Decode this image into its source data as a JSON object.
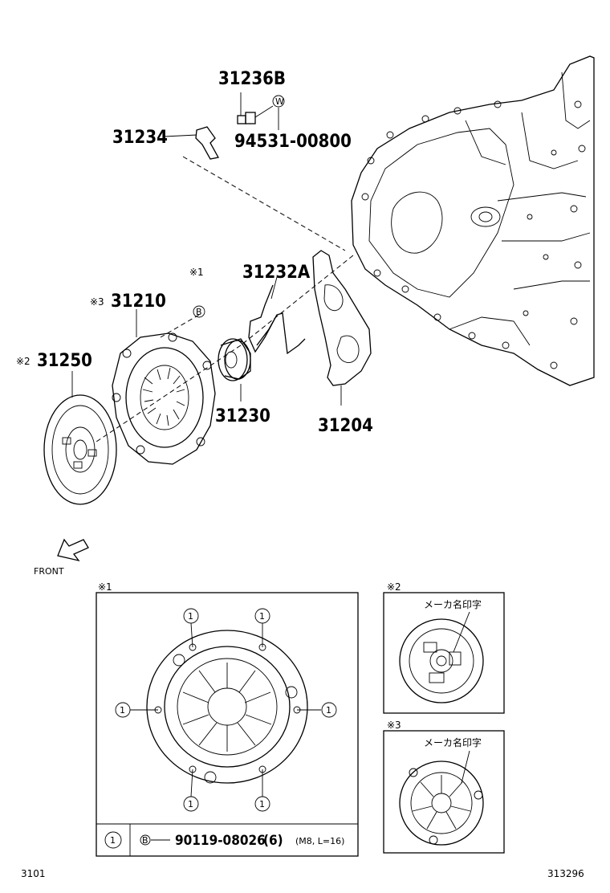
{
  "labels": {
    "p31236b": "31236B",
    "p31234": "31234",
    "p94531": "94531-00800",
    "p31232a": "31232A",
    "p31210": "31210",
    "p31250": "31250",
    "p31230": "31230",
    "p31204": "31204",
    "front": "FRONT"
  },
  "marks": {
    "note1": "※1",
    "note2": "※2",
    "note3": "※3",
    "b": "B",
    "w": "W"
  },
  "inset1": {
    "title": "※1",
    "callout": "1",
    "legend_key": "1",
    "legend_b": "B",
    "legend_part": "90119-08026",
    "legend_qty": "(6)",
    "legend_spec": "(M8, L=16)"
  },
  "inset2": {
    "title": "※2",
    "note": "メーカ名印字"
  },
  "inset3": {
    "title": "※3",
    "note": "メーカ名印字"
  },
  "footer": {
    "left": "3101",
    "right": "313296"
  }
}
